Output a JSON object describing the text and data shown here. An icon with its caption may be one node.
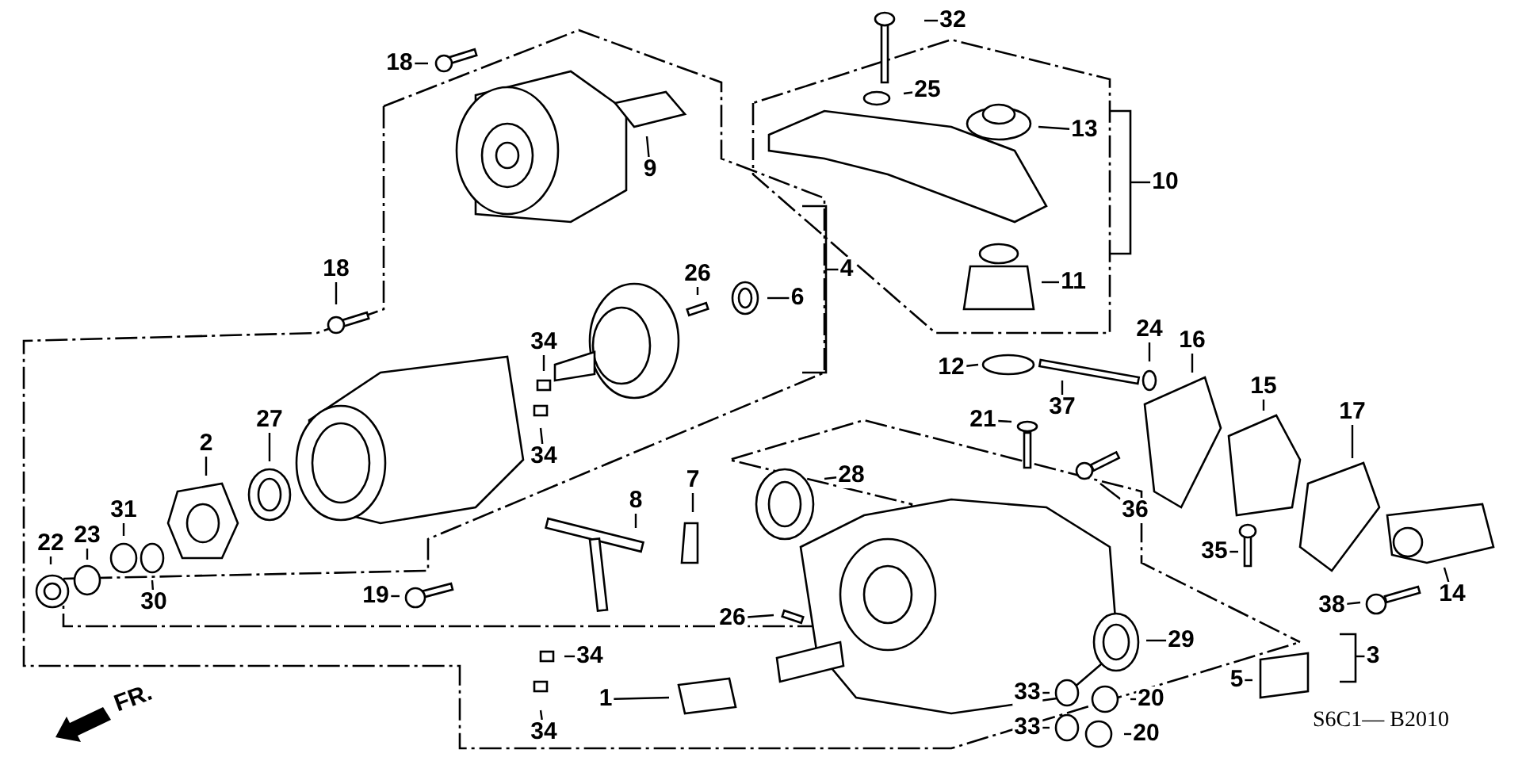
{
  "diagram": {
    "nodes": [
      {
        "text": [
          "32"
        ]
      },
      {
        "text": [
          "25"
        ]
      },
      {
        "text": [
          "13"
        ]
      },
      {
        "text": [
          "10"
        ]
      },
      {
        "text": [
          "9"
        ]
      },
      {
        "text": [
          "18"
        ]
      },
      {
        "text": [
          "18"
        ]
      },
      {
        "text": [
          "26"
        ]
      },
      {
        "text": [
          "6"
        ]
      },
      {
        "text": [
          "4"
        ]
      },
      {
        "text": [
          "11"
        ]
      },
      {
        "text": [
          "34"
        ]
      },
      {
        "text": [
          "34"
        ]
      },
      {
        "text": [
          "2"
        ]
      },
      {
        "text": [
          "27"
        ]
      },
      {
        "text": [
          "24"
        ]
      },
      {
        "text": [
          "16"
        ]
      },
      {
        "text": [
          "15"
        ]
      },
      {
        "text": [
          "17"
        ]
      },
      {
        "text": [
          "12"
        ]
      },
      {
        "text": [
          "37"
        ]
      },
      {
        "text": [
          "21"
        ]
      },
      {
        "text": [
          "7"
        ]
      },
      {
        "text": [
          "8"
        ]
      },
      {
        "text": [
          "28"
        ]
      },
      {
        "text": [
          "36"
        ]
      },
      {
        "text": [
          "31"
        ]
      },
      {
        "text": [
          "22"
        ]
      },
      {
        "text": [
          "23"
        ]
      },
      {
        "text": [
          "30"
        ]
      },
      {
        "text": [
          "35"
        ]
      },
      {
        "text": [
          "14"
        ]
      },
      {
        "text": [
          "38"
        ]
      },
      {
        "text": [
          "19"
        ]
      },
      {
        "text": [
          "29"
        ]
      },
      {
        "text": [
          "3"
        ]
      },
      {
        "text": [
          "5"
        ]
      },
      {
        "text": [
          "26"
        ]
      },
      {
        "text": [
          "34"
        ]
      },
      {
        "text": [
          "1"
        ]
      },
      {
        "text": [
          "33"
        ]
      },
      {
        "text": [
          "33"
        ]
      },
      {
        "text": [
          "20"
        ]
      },
      {
        "text": [
          "20"
        ]
      },
      {
        "text": [
          "34"
        ]
      }
    ],
    "edges": [
      {
        "from": 0,
        "to": null,
        "arrow": "none"
      },
      {
        "from": 1,
        "to": null,
        "arrow": "none"
      },
      {
        "from": 2,
        "to": null,
        "arrow": "none"
      },
      {
        "from": 3,
        "to": null,
        "arrow": "none"
      },
      {
        "from": 4,
        "to": null,
        "arrow": "none"
      },
      {
        "from": 5,
        "to": null,
        "arrow": "none"
      },
      {
        "from": 6,
        "to": null,
        "arrow": "none"
      },
      {
        "from": 7,
        "to": null,
        "arrow": "none"
      },
      {
        "from": 8,
        "to": null,
        "arrow": "none"
      },
      {
        "from": 9,
        "to": null,
        "arrow": "none"
      },
      {
        "from": 10,
        "to": null,
        "arrow": "none"
      },
      {
        "from": 11,
        "to": null,
        "arrow": "none"
      },
      {
        "from": 12,
        "to": null,
        "arrow": "none"
      },
      {
        "from": 13,
        "to": null,
        "arrow": "none"
      },
      {
        "from": 14,
        "to": null,
        "arrow": "none"
      },
      {
        "from": 15,
        "to": null,
        "arrow": "none"
      },
      {
        "from": 16,
        "to": null,
        "arrow": "none"
      },
      {
        "from": 17,
        "to": null,
        "arrow": "none"
      },
      {
        "from": 18,
        "to": null,
        "arrow": "none"
      },
      {
        "from": 19,
        "to": null,
        "arrow": "none"
      },
      {
        "from": 20,
        "to": null,
        "arrow": "none"
      },
      {
        "from": 21,
        "to": null,
        "arrow": "none"
      },
      {
        "from": 22,
        "to": null,
        "arrow": "none"
      },
      {
        "from": 23,
        "to": null,
        "arrow": "none"
      },
      {
        "from": 24,
        "to": null,
        "arrow": "none"
      },
      {
        "from": 25,
        "to": null,
        "arrow": "none"
      },
      {
        "from": 26,
        "to": null,
        "arrow": "none"
      },
      {
        "from": 27,
        "to": null,
        "arrow": "none"
      },
      {
        "from": 28,
        "to": null,
        "arrow": "none"
      },
      {
        "from": 29,
        "to": null,
        "arrow": "none"
      },
      {
        "from": 30,
        "to": null,
        "arrow": "none"
      },
      {
        "from": 31,
        "to": null,
        "arrow": "none"
      },
      {
        "from": 32,
        "to": null,
        "arrow": "none"
      },
      {
        "from": 33,
        "to": null,
        "arrow": "none"
      },
      {
        "from": 34,
        "to": null,
        "arrow": "none"
      },
      {
        "from": 35,
        "to": null,
        "arrow": "none"
      },
      {
        "from": 36,
        "to": null,
        "arrow": "none"
      },
      {
        "from": 37,
        "to": null,
        "arrow": "none"
      },
      {
        "from": 38,
        "to": null,
        "arrow": "none"
      },
      {
        "from": 39,
        "to": null,
        "arrow": "none"
      },
      {
        "from": 40,
        "to": null,
        "arrow": "none"
      },
      {
        "from": 41,
        "to": null,
        "arrow": "none"
      },
      {
        "from": 42,
        "to": null,
        "arrow": "none"
      },
      {
        "from": 43,
        "to": null,
        "arrow": "none"
      },
      {
        "from": 44,
        "to": null,
        "arrow": "none"
      }
    ],
    "labels": [
      "FR.",
      "S6C1— B2010"
    ]
  }
}
